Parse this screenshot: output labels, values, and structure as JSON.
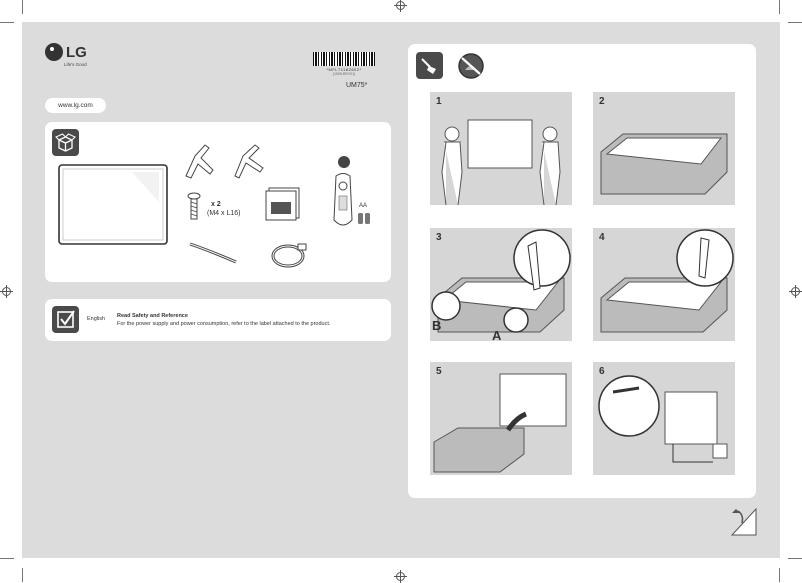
{
  "brand": {
    "logo": "LG",
    "tagline": "Life's Good"
  },
  "barcode": {
    "number": "*MFL71182602*",
    "part_number": "(1905-REV01)"
  },
  "model": "UM75*",
  "website": "www.lg.com",
  "box_contents": {
    "screw_quantity": "x 2",
    "screw_size": "(M4 x L16)",
    "battery_label": "AA"
  },
  "notice": {
    "language": "English",
    "title": "Read Safety and Reference",
    "body": "For the power supply and power consumption, refer to the label attached to the product."
  },
  "steps": [
    {
      "number": "1"
    },
    {
      "number": "2"
    },
    {
      "number": "3",
      "callouts": [
        "B",
        "A"
      ]
    },
    {
      "number": "4"
    },
    {
      "number": "5"
    },
    {
      "number": "6"
    }
  ],
  "icons": {
    "box": "box-icon",
    "check": "check-icon",
    "brush": "brush-icon",
    "no_liquid": "no-liquid-icon",
    "page_turn": "page-turn-icon",
    "remote": "remote-icon"
  }
}
